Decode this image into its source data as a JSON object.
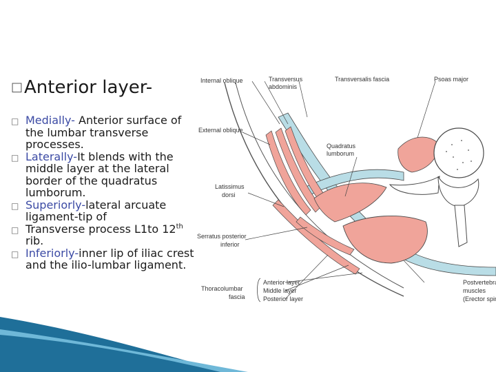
{
  "heading": {
    "marker": "□",
    "text": "Anterior layer-"
  },
  "bullets": [
    {
      "marker": "□",
      "key": "Medially-",
      "text": " Anterior surface of the lumbar transverse processes."
    },
    {
      "marker": "□",
      "key": "Laterally-",
      "text": "It blends with the middle layer at the lateral border of the quadratus lumborum."
    },
    {
      "marker": "□",
      "key": "Superiorly-",
      "text": "lateral arcuate ligament-tip of"
    },
    {
      "marker": "□",
      "key": "",
      "text_pre": "Transverse process L1to 12",
      "sup": "th",
      "text_post": " rib."
    },
    {
      "marker": "□",
      "key": "Inferiorly-",
      "text": "inner lip of iliac crest and the ilio-lumbar ligament."
    }
  ],
  "figure": {
    "labels": {
      "internal_oblique": "Internal oblique",
      "transversus_1": "Transversus",
      "transversus_2": "abdominis",
      "transversalis_fascia": "Transversalis fascia",
      "psoas_major": "Psoas major",
      "external_oblique": "External oblique",
      "quadratus_1": "Quadratus",
      "quadratus_2": "lumborum",
      "latissimus_1": "Latissimus",
      "latissimus_2": "dorsi",
      "serratus_1": "Serratus posterior",
      "serratus_2": "inferior",
      "thoracolumbar_1": "Thoracolumbar",
      "thoracolumbar_2": "fascia",
      "anterior_layer": "Anterior layer",
      "middle_layer": "Middle layer",
      "posterior_layer": "Posterior layer",
      "postvertebral_1": "Postvertebral",
      "postvertebral_2": "muscles",
      "postvertebral_3": "(Erector spin"
    },
    "colors": {
      "muscle": "#f0a49a",
      "fascia": "#b9dde6",
      "bone": "#ffffff",
      "line": "#4a4a4a"
    }
  },
  "footer": {
    "colors": {
      "main": "#1f6f99",
      "accent": "#6fb8d8"
    }
  }
}
